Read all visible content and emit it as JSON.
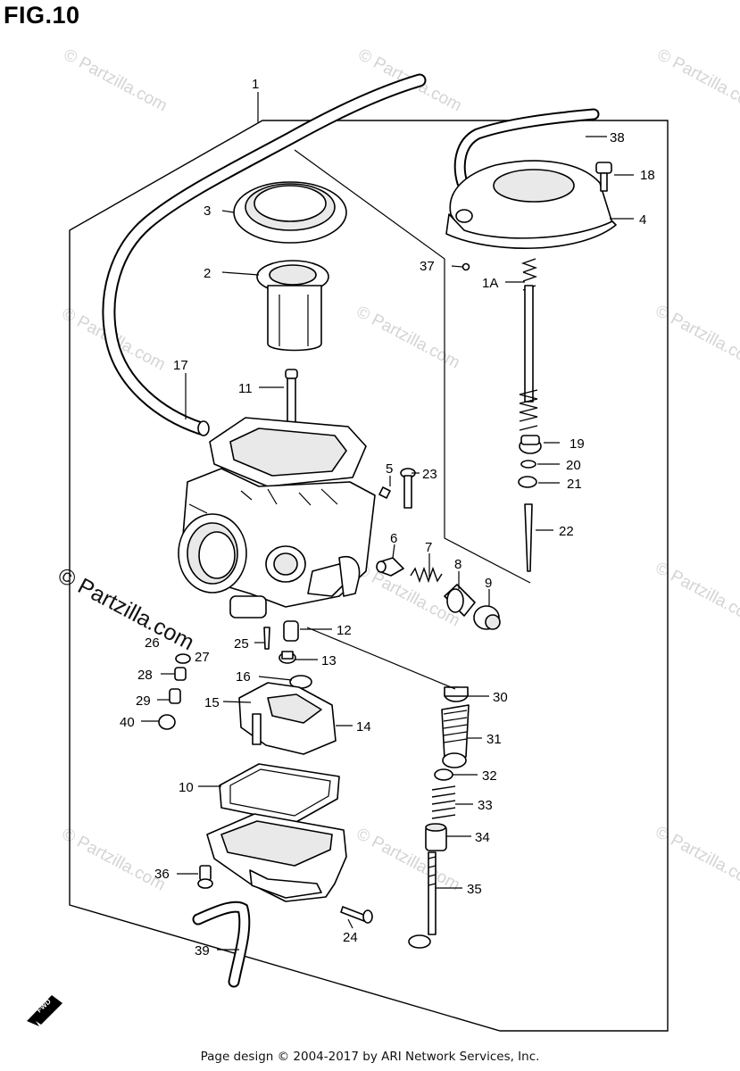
{
  "figure": {
    "title": "FIG.10"
  },
  "watermark": {
    "text": "© Partzilla.com"
  },
  "footer": {
    "text": "Page design © 2004-2017 by ARI Network Services, Inc."
  },
  "direction_badge": {
    "text": "FWD"
  },
  "callouts": {
    "p1": "1",
    "p1A": "1A",
    "p2": "2",
    "p3": "3",
    "p4": "4",
    "p5": "5",
    "p6": "6",
    "p7": "7",
    "p8": "8",
    "p9": "9",
    "p10": "10",
    "p11": "11",
    "p12": "12",
    "p13": "13",
    "p14": "14",
    "p15": "15",
    "p16": "16",
    "p17": "17",
    "p18": "18",
    "p19": "19",
    "p20": "20",
    "p21": "21",
    "p22": "22",
    "p23": "23",
    "p24": "24",
    "p25": "25",
    "p26": "26",
    "p27": "27",
    "p28": "28",
    "p29": "29",
    "p30": "30",
    "p31": "31",
    "p32": "32",
    "p33": "33",
    "p34": "34",
    "p35": "35",
    "p36": "36",
    "p37": "37",
    "p38": "38",
    "p39": "39",
    "p40": "40"
  }
}
